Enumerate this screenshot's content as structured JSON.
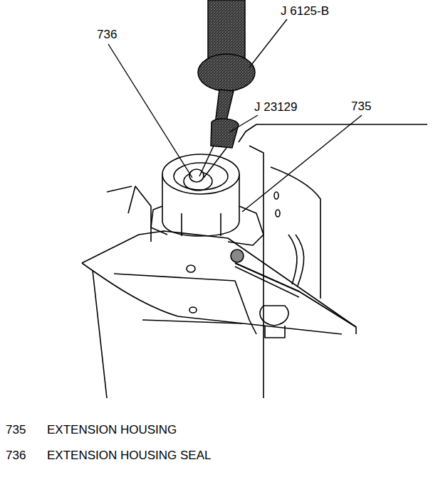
{
  "diagram": {
    "labels": [
      "736",
      "J 6125-B",
      "J 23129",
      "735",
      "735",
      "EXTENSION HOUSING",
      "736",
      "EXTENSION HOUSING SEAL"
    ]
  }
}
